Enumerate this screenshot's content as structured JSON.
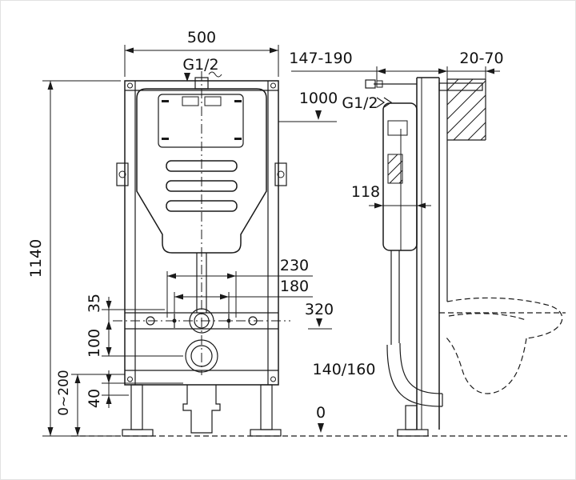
{
  "drawing": {
    "front": {
      "width": "500",
      "inlet": "G1/2",
      "height": "1140",
      "span_outer": "230",
      "span_inner": "180",
      "offset_top": "35",
      "offset_mid": "100",
      "offset_bottom": "40",
      "leg_adjust": "0~200"
    },
    "side": {
      "depth_range": "147-190",
      "wall_range": "20-70",
      "inlet": "G1/2",
      "cistern_depth": "118",
      "outlet_heights": "140/160"
    },
    "levels": {
      "flush_plate": "1000",
      "outlet": "320",
      "floor": "0"
    }
  }
}
